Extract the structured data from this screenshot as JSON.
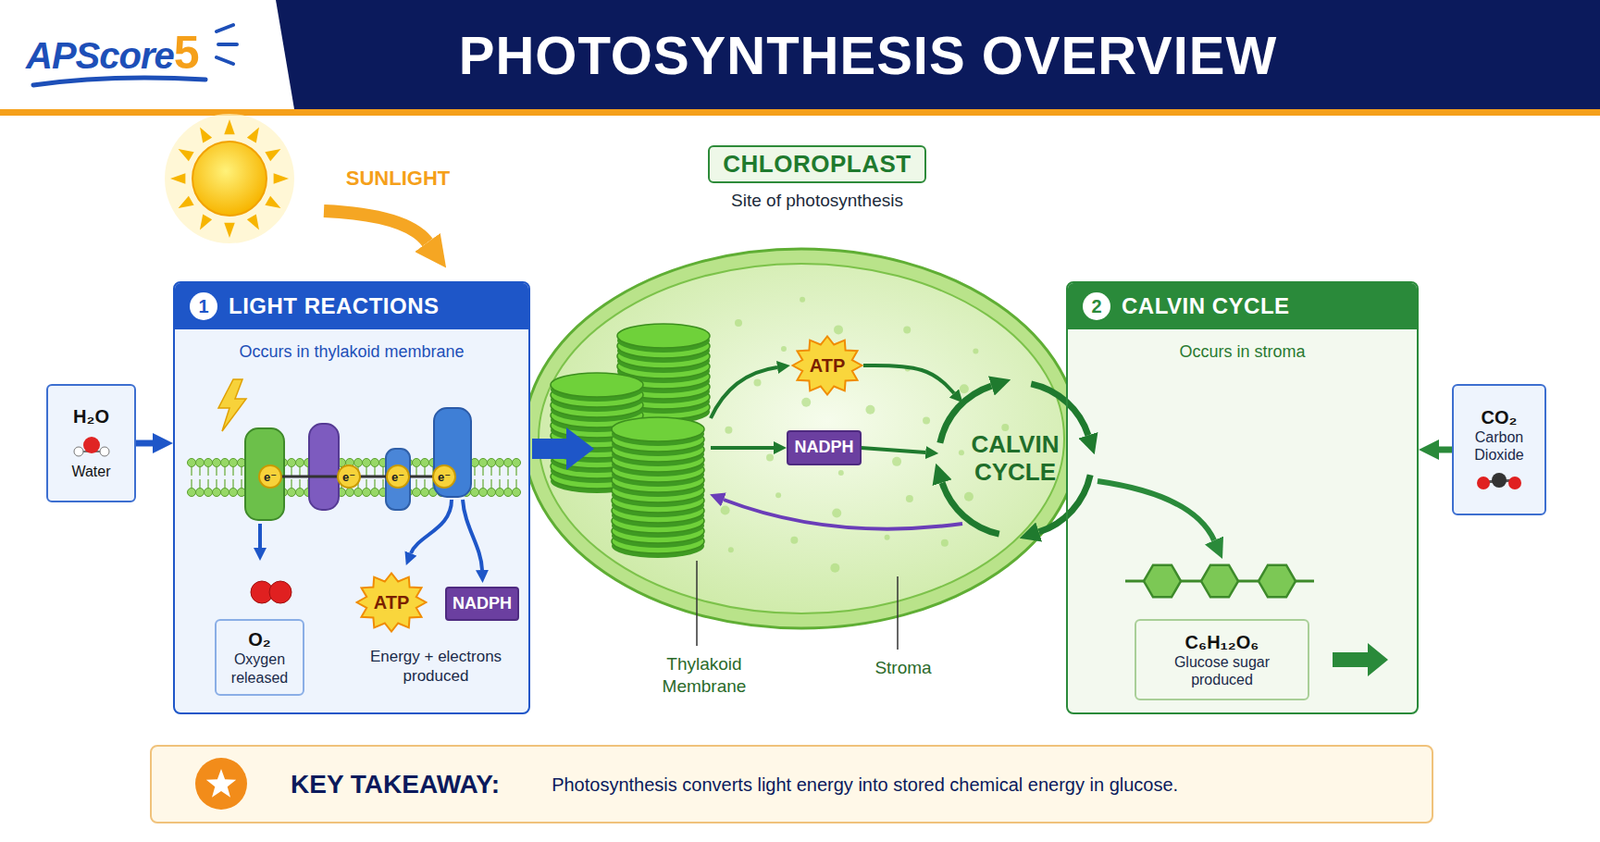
{
  "diagram": {
    "title": "PHOTOSYNTHESIS OVERVIEW",
    "nodes": [
      {
        "text": [
          "H₂O",
          "Water"
        ]
      },
      {
        "text": [
          "1",
          "LIGHT REACTIONS",
          "Occurs in thylakoid membrane"
        ]
      },
      {
        "text": [
          "O₂",
          "Oxygen released"
        ],
        "in": 1
      },
      {
        "text": [
          "ATP"
        ],
        "in": 1
      },
      {
        "text": [
          "NADPH"
        ],
        "in": 1
      },
      {
        "text": [
          "CHLOROPLAST",
          "Site of photosynthesis"
        ]
      },
      {
        "text": [
          "ATP"
        ]
      },
      {
        "text": [
          "NADPH"
        ]
      },
      {
        "text": [
          "CALVIN CYCLE"
        ]
      },
      {
        "text": [
          "2",
          "CALVIN CYCLE",
          "Occurs in stroma"
        ]
      },
      {
        "text": [
          "C₆H₁₂O₆",
          "Glucose sugar produced"
        ],
        "in": 9
      },
      {
        "text": [
          "CO₂",
          "Carbon Dioxide"
        ]
      },
      {
        "text": [
          "KEY TAKEAWAY:",
          "Photosynthesis converts light energy into stored chemical energy in glucose."
        ]
      }
    ],
    "edges": [
      {
        "from": 0,
        "to": 1,
        "arrow": "to"
      },
      {
        "from": 6,
        "to": 8,
        "arrow": "to"
      },
      {
        "from": 7,
        "to": 8,
        "arrow": "to"
      },
      {
        "from": 11,
        "to": 9,
        "arrow": "to"
      }
    ],
    "labels": [
      "APScore",
      "5",
      "SUNLIGHT",
      "e⁻",
      "e⁻",
      "e⁻",
      "e⁻",
      "Energy + electrons produced",
      "Thylakoid Membrane",
      "Stroma"
    ]
  }
}
